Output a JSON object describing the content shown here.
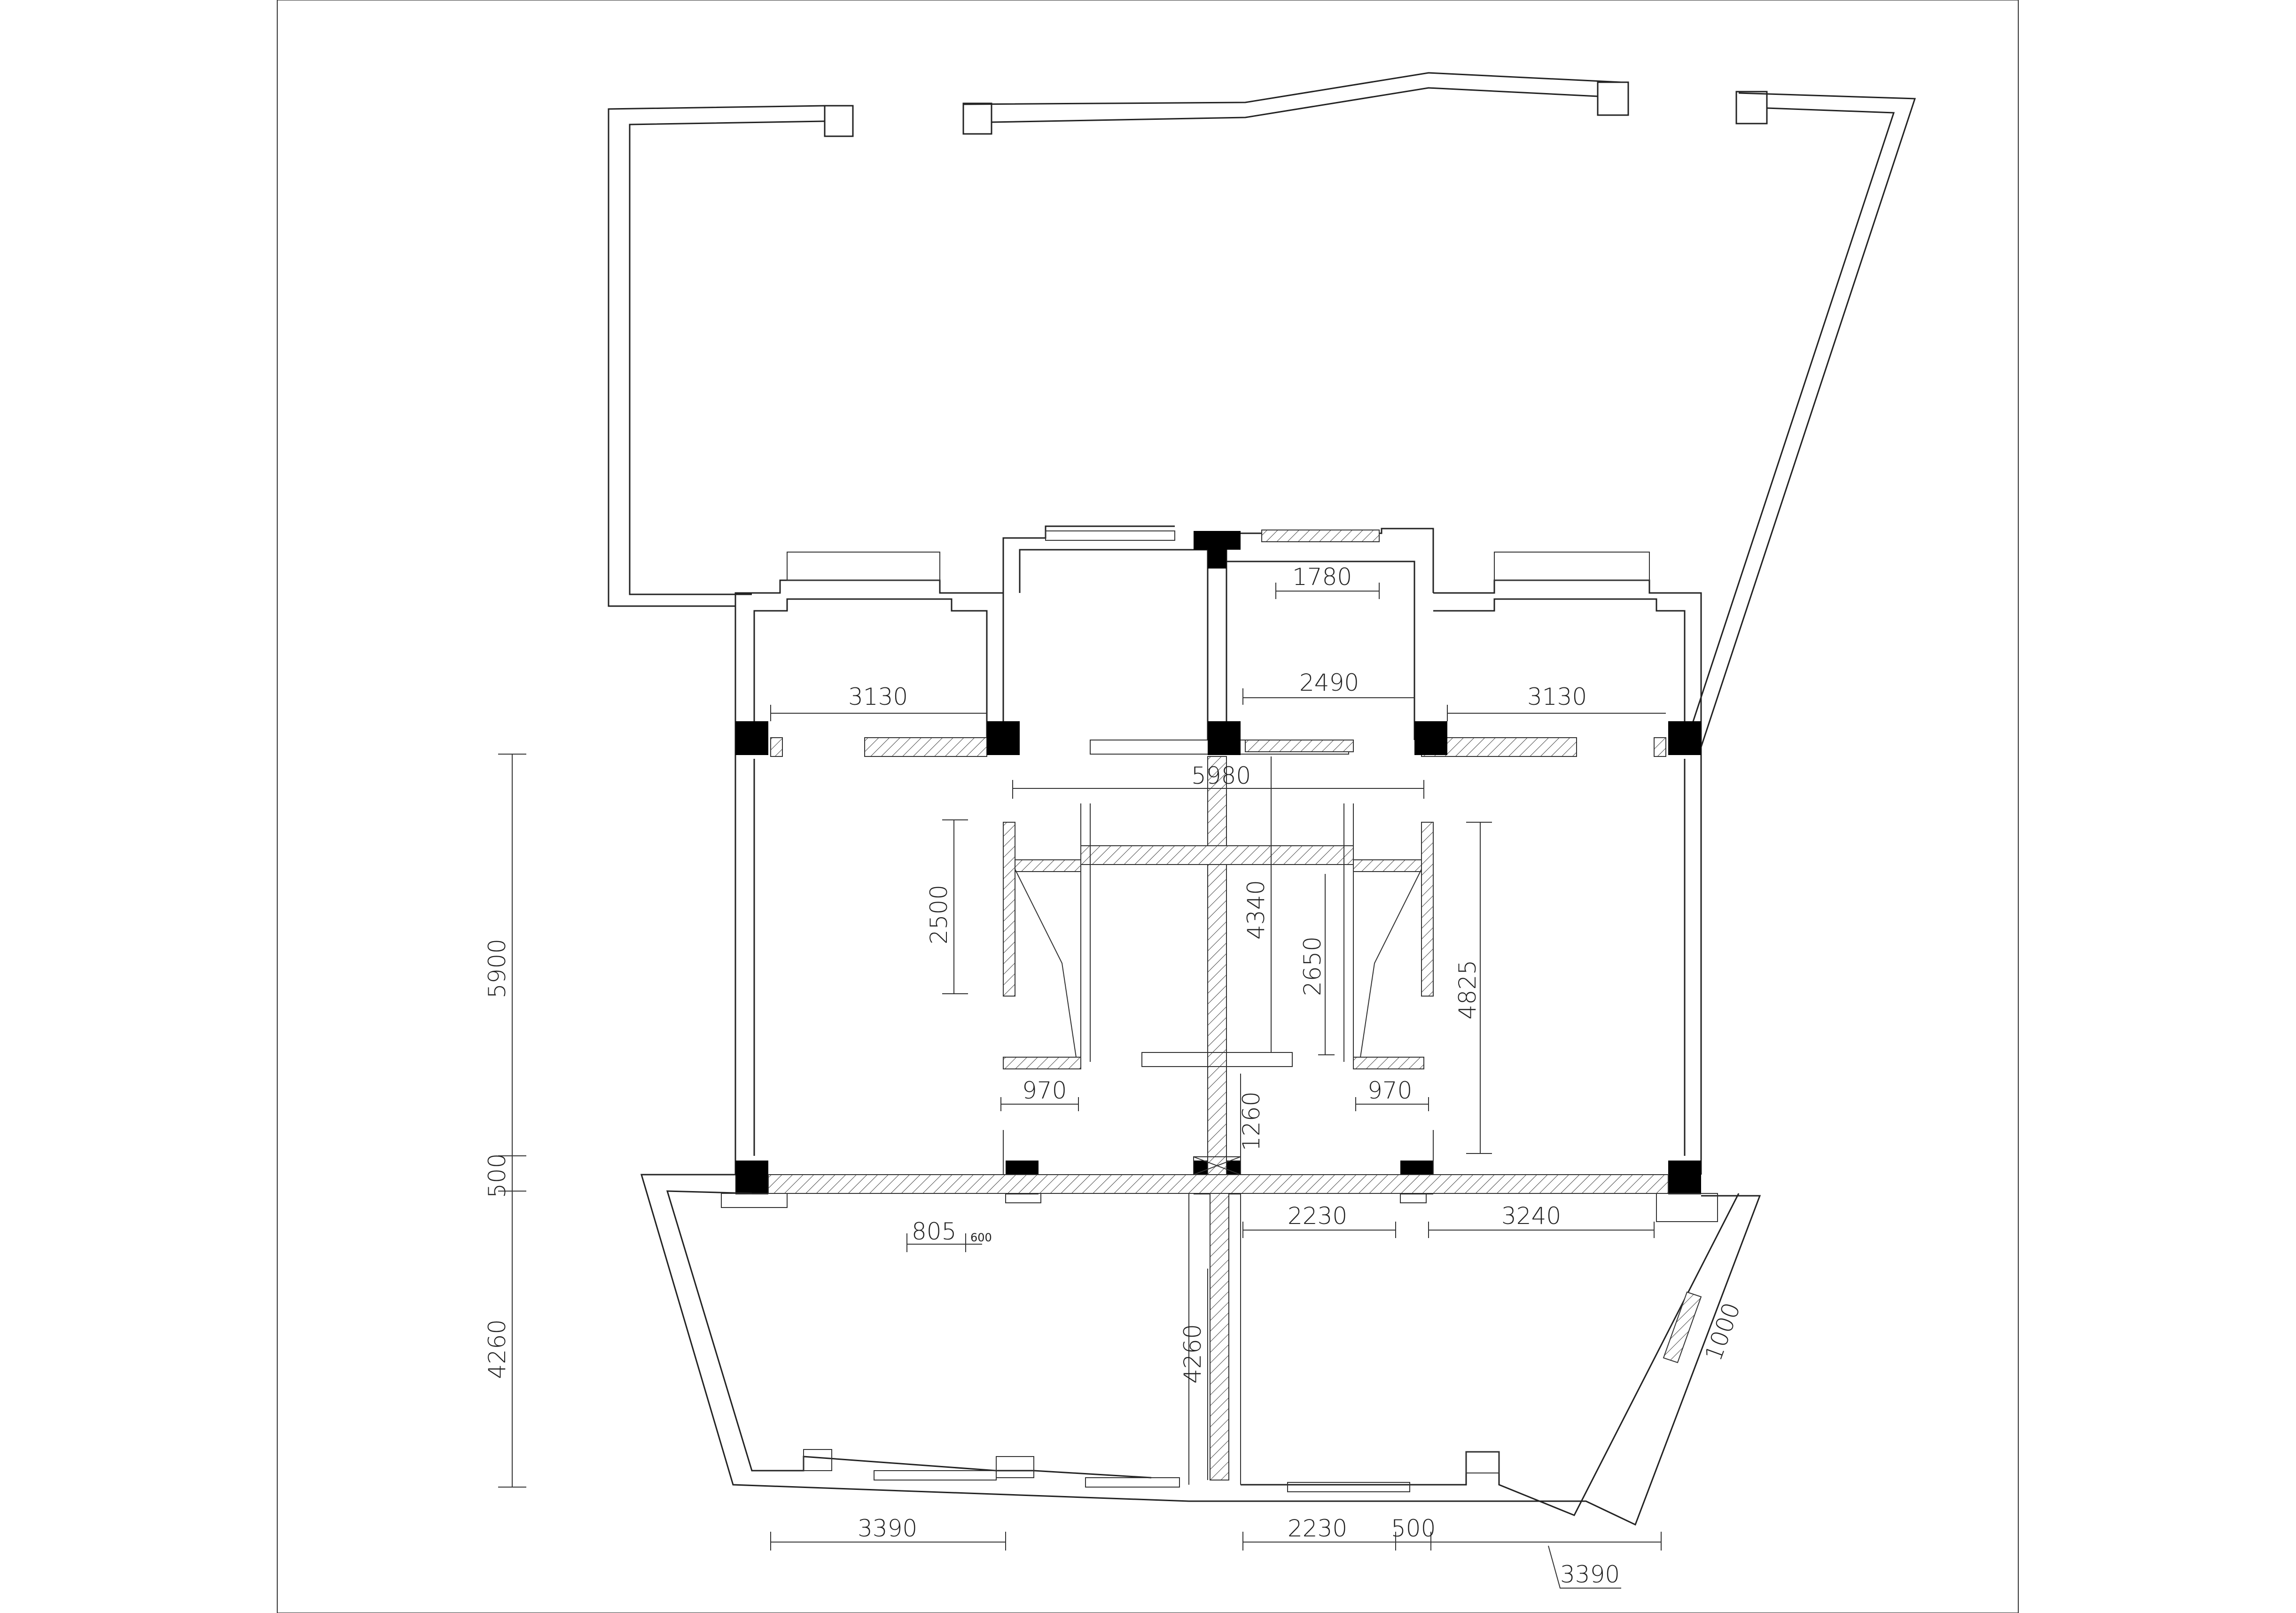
{
  "dimensions": {
    "top_1780": "1780",
    "upper_left_3130": "3130",
    "upper_mid_2490": "2490",
    "upper_right_3130": "3130",
    "span_5980": "5980",
    "left_2500": "2500",
    "center_4340": "4340",
    "right_2650": "2650",
    "right_4825": "4825",
    "left_970": "970",
    "right_970": "970",
    "center_1260": "1260",
    "outer_5900": "5900",
    "outer_500": "500",
    "outer_4260": "4260",
    "lower_805": "805",
    "lower_600": "600",
    "lower_2230": "2230",
    "lower_3240": "3240",
    "lower_center_4260": "4260",
    "side_1000": "1000",
    "bottom_3390_left": "3390",
    "bottom_2230": "2230",
    "bottom_500": "500",
    "bottom_3390_right": "3390"
  }
}
